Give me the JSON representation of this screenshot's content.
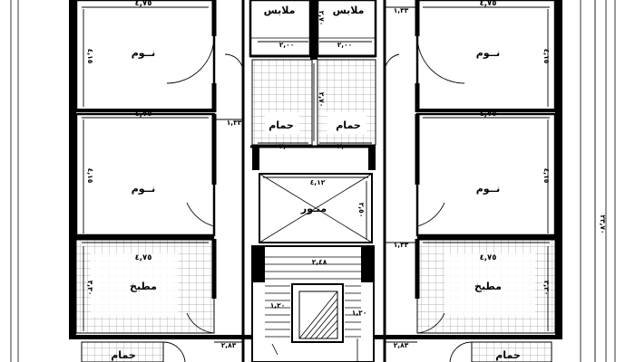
{
  "plan": {
    "rooms": {
      "bed_top_left": "نــوم",
      "bed_top_right": "نــوم",
      "bed_mid_left": "نــوم",
      "bed_mid_right": "نــوم",
      "closet_left": "ملابس",
      "closet_right": "ملابس",
      "bath_center_left": "حمام",
      "bath_center_right": "حمام",
      "shaft": "منـور",
      "kitchen_left": "مطبخ",
      "kitchen_right": "مطبخ",
      "bath_bottom_left": "حمام",
      "bath_bottom_right": "حمام"
    },
    "dims": {
      "w475": "٤,٧٥",
      "h415": "٤,١٥",
      "closet_w": "٢,٠٠",
      "closet_side": "٢,٧٠",
      "top_side": "١,٣٣",
      "mid_side": "١,٣٣",
      "shaft_w": "٤,١٢",
      "shaft_h": "٢,٥٠",
      "kitchen_h": "٣,٣٠",
      "stair_w": "٢,٤٨",
      "stair_a": "١,٢٠",
      "stair_b": "١,٢٠",
      "bottom_side": "٢,٨٣",
      "total_h": "٢٣,٧٠",
      "right_side": "١,٣٣"
    }
  }
}
